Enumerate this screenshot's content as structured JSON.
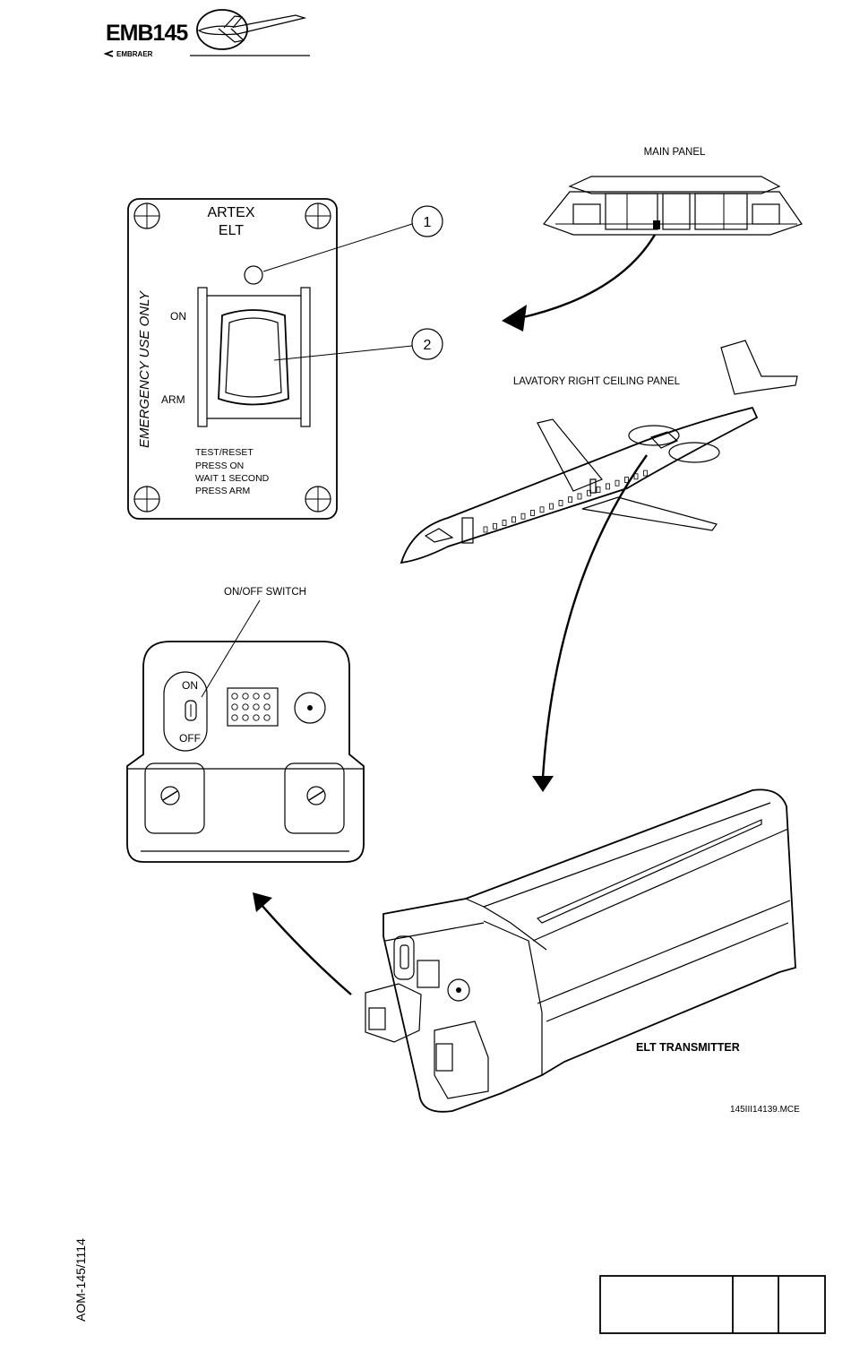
{
  "header": {
    "logo_model": "EMB145",
    "logo_brand": "EMBRAER"
  },
  "diagram": {
    "main_panel_label": "MAIN  PANEL",
    "lavatory_label": "LAVATORY  RIGHT  CEILING  PANEL",
    "elt_panel": {
      "title_line1": "ARTEX",
      "title_line2": "ELT",
      "vertical_text": "EMERGENCY USE ONLY",
      "on_label": "ON",
      "arm_label": "ARM",
      "instructions": [
        "TEST/RESET",
        "PRESS  ON",
        "WAIT  1  SECOND",
        "PRESS  ARM"
      ],
      "callout_1": "1",
      "callout_2": "2"
    },
    "switch_panel": {
      "switch_label": "ON/OFF  SWITCH",
      "on_label": "ON",
      "off_label": "OFF"
    },
    "transmitter_label": "ELT TRANSMITTER",
    "figure_id": "145III14139.MCE"
  },
  "footer": {
    "doc_code": "AOM-145/1114"
  }
}
